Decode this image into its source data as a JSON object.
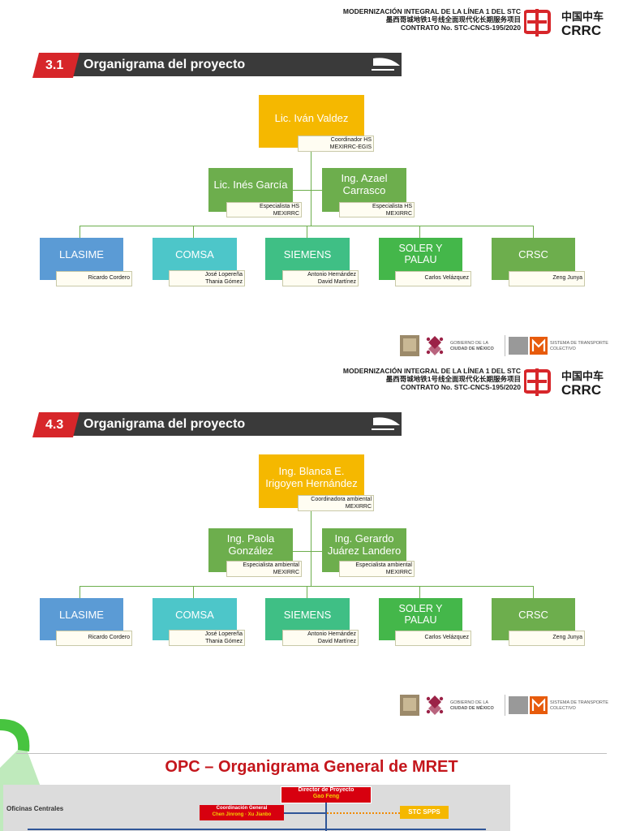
{
  "header": {
    "line1": "MODERNIZACIÓN INTEGRAL DE LA LÍNEA 1 DEL STC",
    "line2": "墨西哥城地铁1号线全面现代化长期服务项目",
    "line3": "CONTRATO No. STC-CNCS-195/2020",
    "logo_cn": "中国中车",
    "logo_en": "CRRC"
  },
  "government": {
    "gobierno_de_la": "GOBIERNO DE LA",
    "ciudad_de_mexico": "CIUDAD DE MÉXICO",
    "sistema": "SISTEMA DE TRANSPORTE",
    "colectivo": "COLECTIVO"
  },
  "section1": {
    "number": "3.1",
    "title": "Organigrama del proyecto",
    "top": {
      "name": "Lic. Iván Valdez",
      "role": "Coordinador HS",
      "org": "MEXIRRC-EGIS"
    },
    "mid_left": {
      "name": "Lic. Inés García",
      "role": "Especialista HS",
      "org": "MEXIRRC"
    },
    "mid_right": {
      "name": "Ing. Azael Carrasco",
      "role": "Especialista HS",
      "org": "MEXIRRC"
    },
    "companies": [
      {
        "name": "LLASIME",
        "people": [
          "Ricardo Cordero"
        ]
      },
      {
        "name": "COMSA",
        "people": [
          "José Lopereña",
          "Thania Gómez"
        ]
      },
      {
        "name": "SIEMENS",
        "people": [
          "Antonio Hernández",
          "David Martínez"
        ]
      },
      {
        "name": "SOLER Y PALAU",
        "people": [
          "Carlos Velázquez"
        ]
      },
      {
        "name": "CRSC",
        "people": [
          "Zeng Junya"
        ]
      }
    ]
  },
  "section2": {
    "number": "4.3",
    "title": "Organigrama del proyecto",
    "top": {
      "name": "Ing. Blanca E. Irigoyen Hernández",
      "role": "Coordinadora ambiental",
      "org": "MEXIRRC"
    },
    "mid_left": {
      "name": "Ing. Paola González",
      "role": "Especialista ambiental",
      "org": "MEXIRRC"
    },
    "mid_right": {
      "name": "Ing. Gerardo Juárez Landero",
      "role": "Especialista ambiental",
      "org": "MEXIRRC"
    },
    "companies": [
      {
        "name": "LLASIME",
        "people": [
          "Ricardo Cordero"
        ]
      },
      {
        "name": "COMSA",
        "people": [
          "José Lopereña",
          "Thania Gómez"
        ]
      },
      {
        "name": "SIEMENS",
        "people": [
          "Antonio Hernández",
          "David Martínez"
        ]
      },
      {
        "name": "SOLER Y PALAU",
        "people": [
          "Carlos Velázquez"
        ]
      },
      {
        "name": "CRSC",
        "people": [
          "Zeng Junya"
        ]
      }
    ]
  },
  "section3": {
    "title": "OPC – Organigrama General de MRET",
    "director_label": "Director de Proyecto",
    "director_name": "Gao Feng",
    "oficinas": "Oficinas Centrales",
    "coordinacion_label": "Coordinación General",
    "coordinacion_names": "Chen Jinrong · Xu Jianbo",
    "stc": "STC SPPS"
  },
  "colors": {
    "yellow": "#f5b800",
    "green": "#6dae4d",
    "blue": "#5b9bd5",
    "teal": "#4dc6c9",
    "seagreen": "#3fbf85",
    "brightgreen": "#44b74a",
    "red": "#d7262a",
    "banner_dark": "#3a3a3a"
  }
}
